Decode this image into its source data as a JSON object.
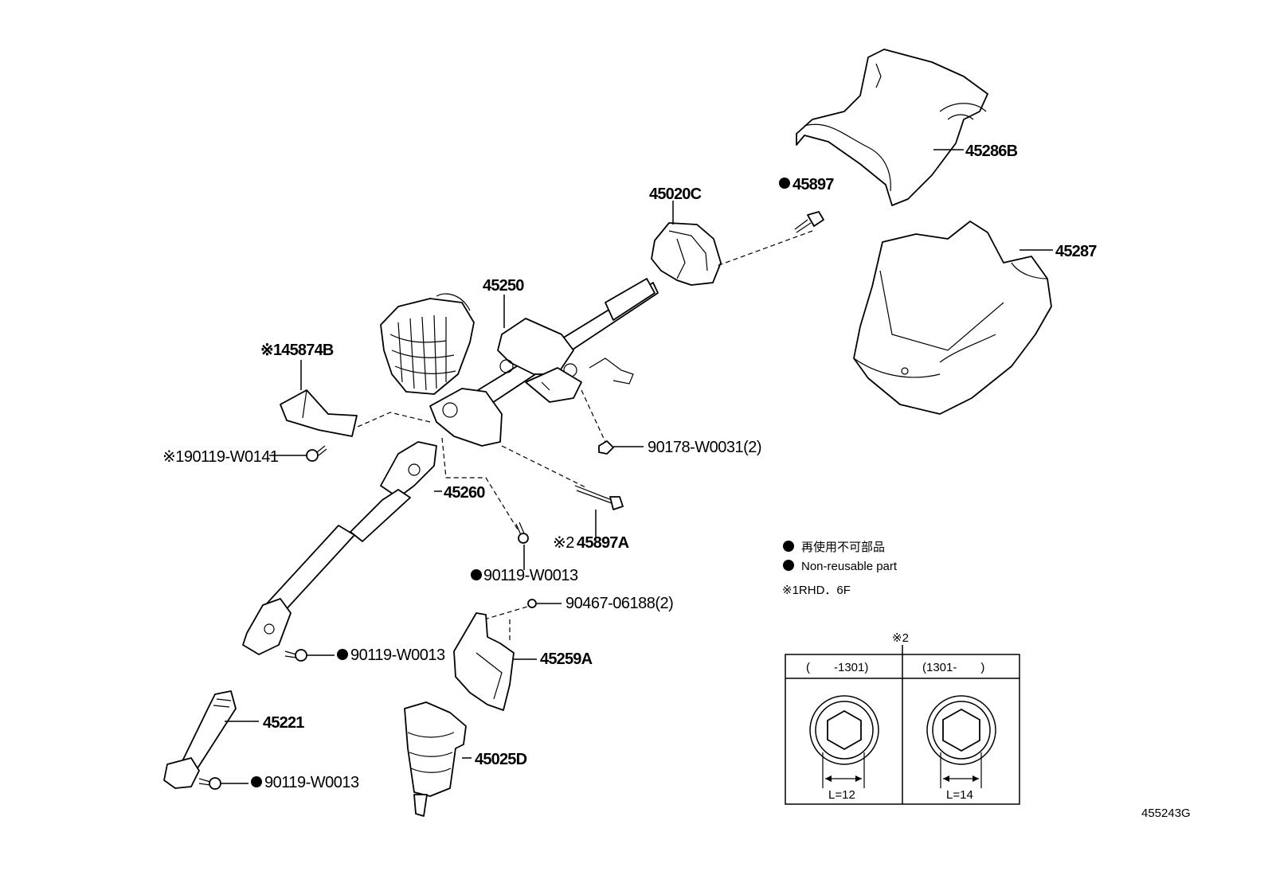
{
  "parts": {
    "p45286B": "45286B",
    "p45897": "45897",
    "p45020C": "45020C",
    "p45287": "45287",
    "p45250": "45250",
    "p145874B": "※145874B",
    "p90178": "90178-W0031(2)",
    "p190119": "※190119-W0141",
    "p45260": "45260",
    "p45897A": "45897A",
    "p45897A_prefix": "※2",
    "p90119a": "90119-W0013",
    "p90467": "90467-06188(2)",
    "p90119b": "90119-W0013",
    "p45259A": "45259A",
    "p45221": "45221",
    "p45025D": "45025D",
    "p90119c": "90119-W0013"
  },
  "legend": {
    "jp": "再使用不可部品",
    "en": "Non-reusable part",
    "note1": "※1RHD．6F"
  },
  "inset": {
    "title": "※2",
    "col1": "(　　-1301)",
    "col2": "(1301-　　)",
    "l1": "L=12",
    "l2": "L=14"
  },
  "figure_id": "455243G"
}
